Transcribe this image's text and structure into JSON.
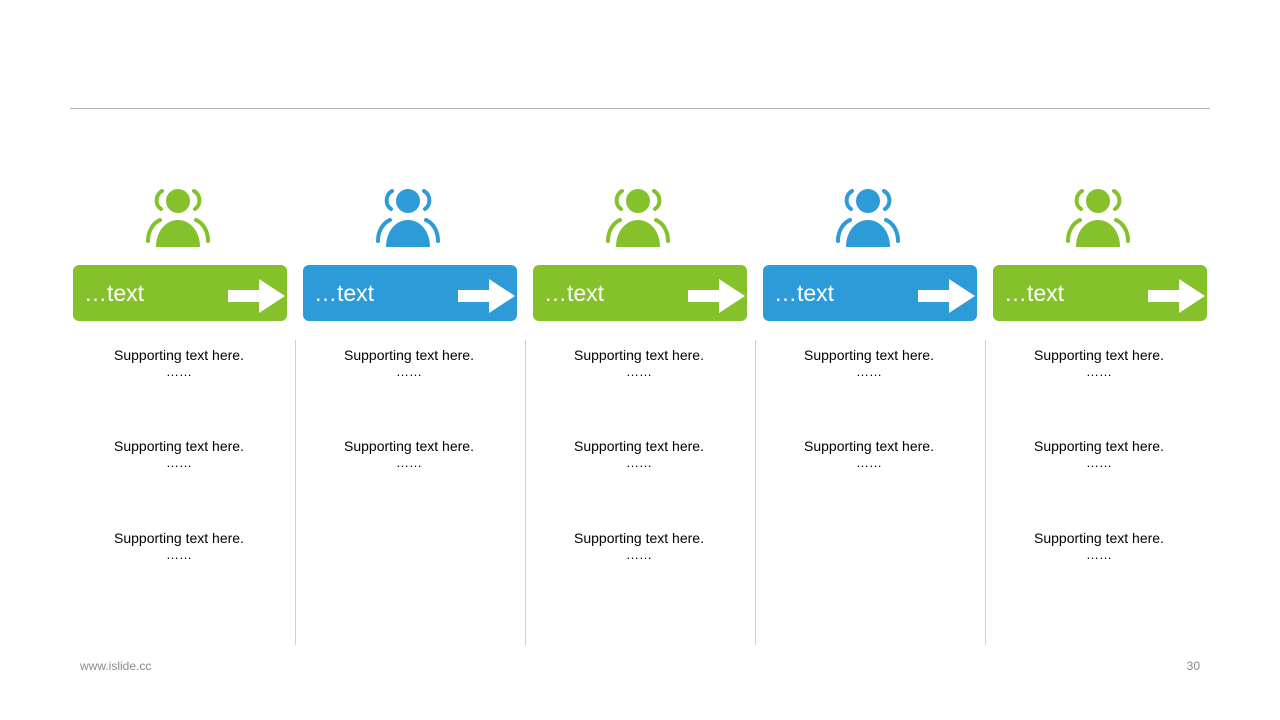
{
  "slide": {
    "footer_url": "www.islide.cc",
    "page_number": "30"
  },
  "colors": {
    "green": "#84c12a",
    "blue": "#2d9bd7"
  },
  "columns": [
    {
      "icon": "user-group-icon",
      "color": "green",
      "header": "…text",
      "items": [
        {
          "text": "Supporting text here.",
          "ellipsis": "……"
        },
        {
          "text": "Supporting text here.",
          "ellipsis": "……"
        },
        {
          "text": "Supporting text here.",
          "ellipsis": "……"
        }
      ]
    },
    {
      "icon": "user-group-icon",
      "color": "blue",
      "header": "…text",
      "items": [
        {
          "text": "Supporting text here.",
          "ellipsis": "……"
        },
        {
          "text": "Supporting text here.",
          "ellipsis": "……"
        }
      ]
    },
    {
      "icon": "user-group-icon",
      "color": "green",
      "header": "…text",
      "items": [
        {
          "text": "Supporting text here.",
          "ellipsis": "……"
        },
        {
          "text": "Supporting text here.",
          "ellipsis": "……"
        },
        {
          "text": "Supporting text here.",
          "ellipsis": "……"
        }
      ]
    },
    {
      "icon": "user-group-icon",
      "color": "blue",
      "header": "…text",
      "items": [
        {
          "text": "Supporting text here.",
          "ellipsis": "……"
        },
        {
          "text": "Supporting text here.",
          "ellipsis": "……"
        }
      ]
    },
    {
      "icon": "user-group-icon",
      "color": "green",
      "header": "…text",
      "items": [
        {
          "text": "Supporting text here.",
          "ellipsis": "……"
        },
        {
          "text": "Supporting text here.",
          "ellipsis": "……"
        },
        {
          "text": "Supporting text here.",
          "ellipsis": "……"
        }
      ]
    }
  ]
}
